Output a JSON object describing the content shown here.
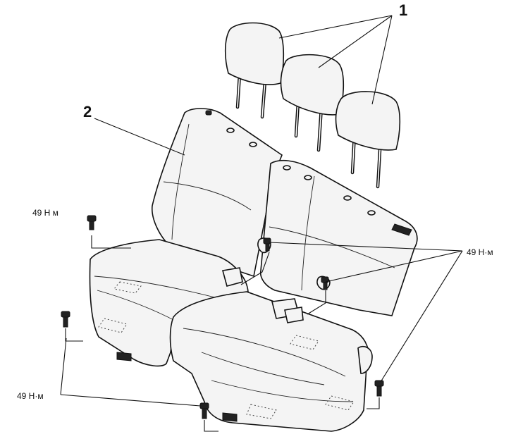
{
  "callouts": {
    "headrests": "1",
    "seatback": "2"
  },
  "torque": {
    "upper_left": "49 Н м",
    "center_right": "49 Н·м",
    "lower_left": "49 Н·м"
  }
}
